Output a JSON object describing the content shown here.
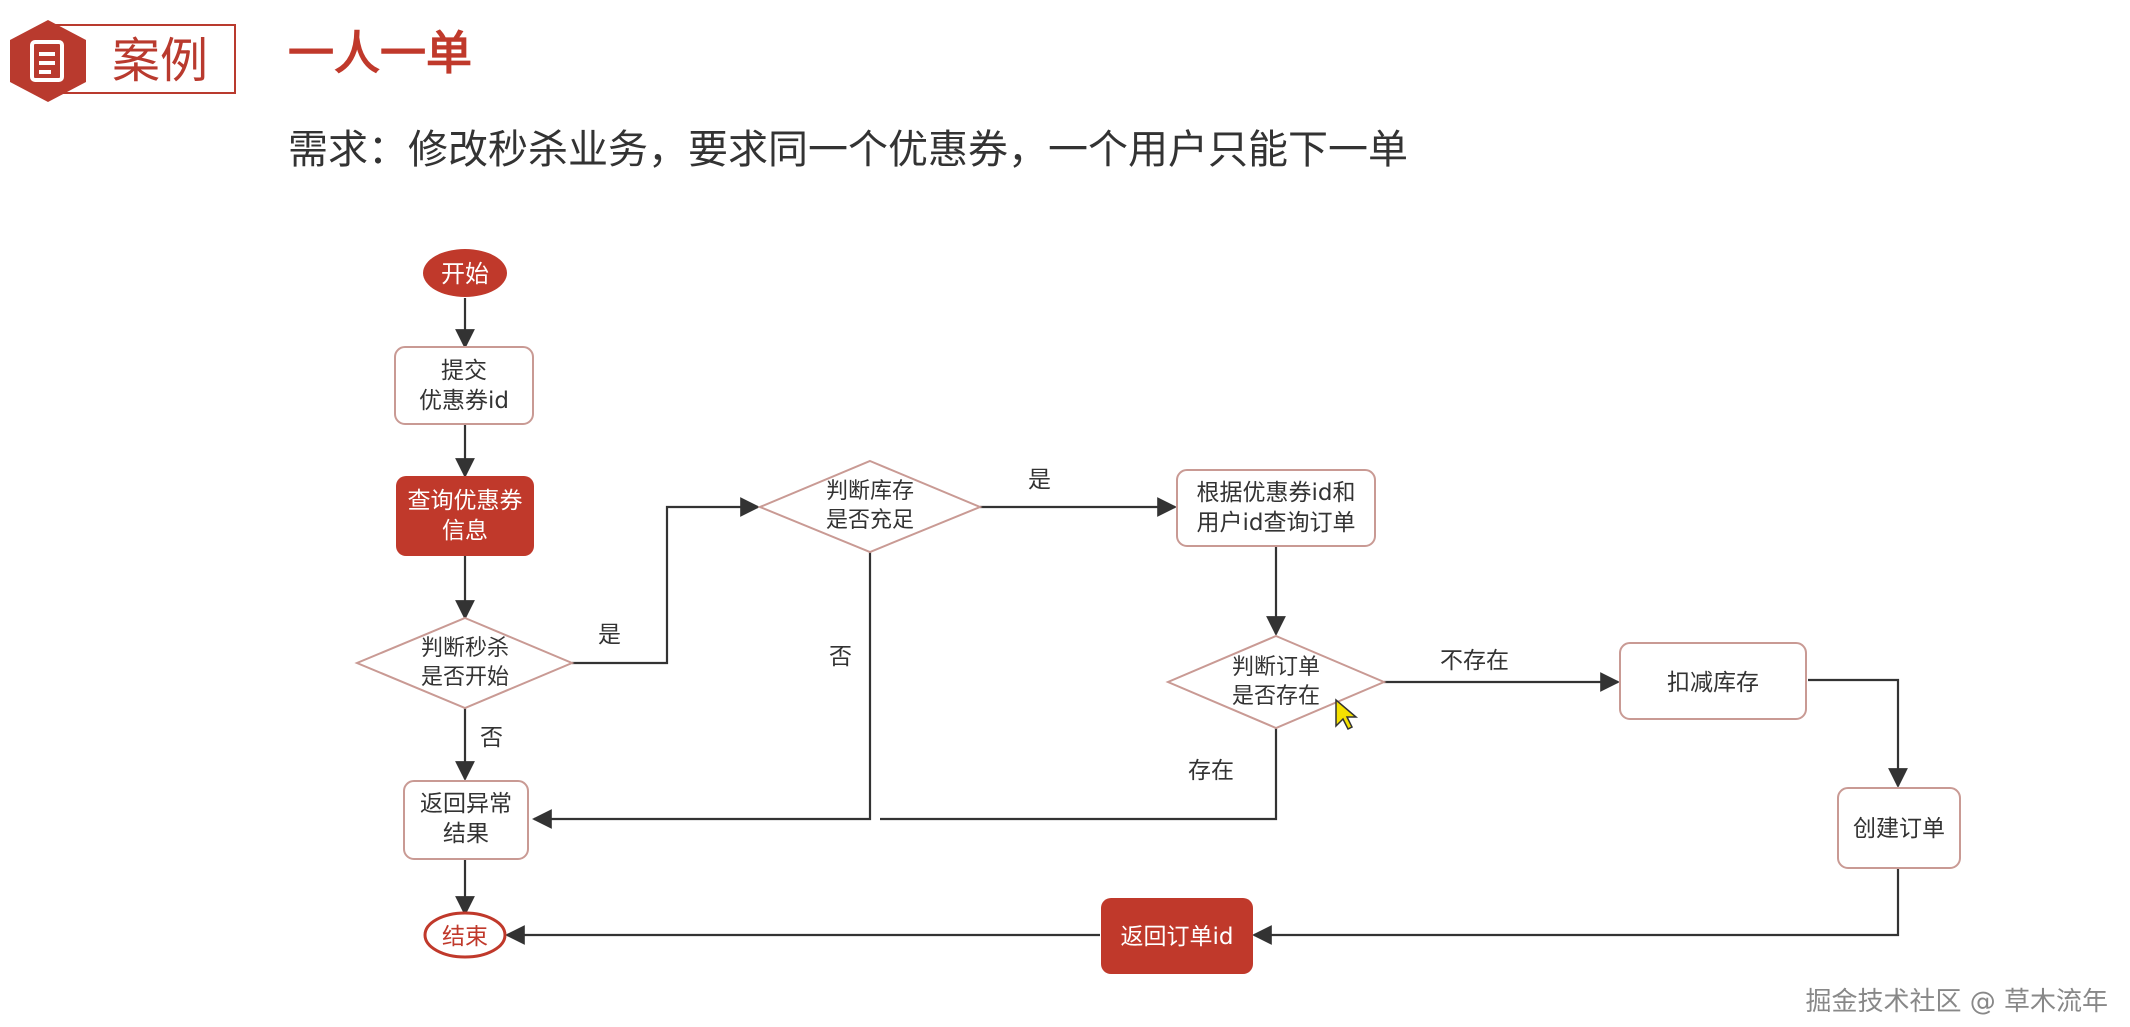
{
  "badge": {
    "label": "案例",
    "icon": "document-icon"
  },
  "title": "一人一单",
  "requirement": "需求：修改秒杀业务，要求同一个优惠券，一个用户只能下一单",
  "colors": {
    "accent": "#c0392b",
    "box_border": "#c99a94",
    "line": "#333333"
  },
  "flow": {
    "start": "开始",
    "submit": [
      "提交",
      "优惠券id"
    ],
    "query_coupon": [
      "查询优惠券",
      "信息"
    ],
    "check_seckill": [
      "判断秒杀",
      "是否开始"
    ],
    "check_stock": [
      "判断库存",
      "是否充足"
    ],
    "query_order": [
      "根据优惠券id和",
      "用户id查询订单"
    ],
    "check_order": [
      "判断订单",
      "是否存在"
    ],
    "deduct_stock": "扣减库存",
    "create_order": "创建订单",
    "return_order_id": "返回订单id",
    "return_error": [
      "返回异常",
      "结果"
    ],
    "end": "结束",
    "labels": {
      "yes_seckill": "是",
      "no_seckill": "否",
      "yes_stock": "是",
      "no_stock": "否",
      "not_exist": "不存在",
      "exist": "存在"
    }
  },
  "watermark": "掘金技术社区 @ 草木流年"
}
